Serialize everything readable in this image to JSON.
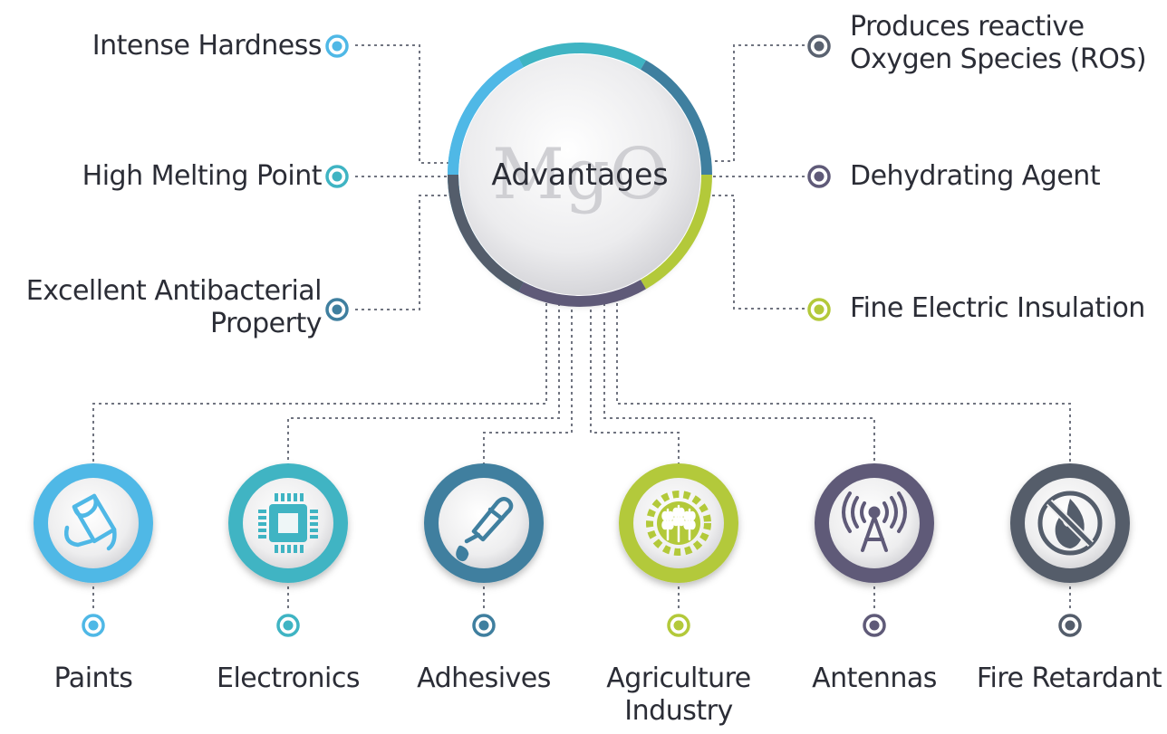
{
  "center": {
    "title": "Advantages",
    "watermark": "MgO"
  },
  "advantages_left": [
    {
      "lines": [
        "Intense Hardness"
      ],
      "color": "#4fb8e6"
    },
    {
      "lines": [
        "High Melting Point"
      ],
      "color": "#3fb4c3"
    },
    {
      "lines": [
        "Excellent Antibacterial",
        "Property"
      ],
      "color": "#3f7f9f"
    }
  ],
  "advantages_right": [
    {
      "lines": [
        "Produces reactive",
        "Oxygen Species (ROS)"
      ],
      "color": "#5a6270"
    },
    {
      "lines": [
        "Dehydrating Agent"
      ],
      "color": "#5f5a78"
    },
    {
      "lines": [
        "Fine Electric Insulation"
      ],
      "color": "#b3c93a"
    }
  ],
  "applications": [
    {
      "lines": [
        "Paints"
      ],
      "color": "#4fb8e6",
      "icon": "paint-bucket-icon"
    },
    {
      "lines": [
        "Electronics"
      ],
      "color": "#3fb4c3",
      "icon": "microchip-icon"
    },
    {
      "lines": [
        "Adhesives"
      ],
      "color": "#3f7f9f",
      "icon": "glue-tube-icon"
    },
    {
      "lines": [
        "Agriculture",
        "Industry"
      ],
      "color": "#b3c93a",
      "icon": "wheat-gear-icon"
    },
    {
      "lines": [
        "Antennas"
      ],
      "color": "#5f5a78",
      "icon": "antenna-tower-icon"
    },
    {
      "lines": [
        "Fire Retardant"
      ],
      "color": "#545d6b",
      "icon": "no-fire-icon"
    }
  ],
  "ring_colors": [
    "#4fb8e6",
    "#3fb4c3",
    "#3f7f9f",
    "#b3c93a",
    "#5f5a78",
    "#545d6b"
  ]
}
